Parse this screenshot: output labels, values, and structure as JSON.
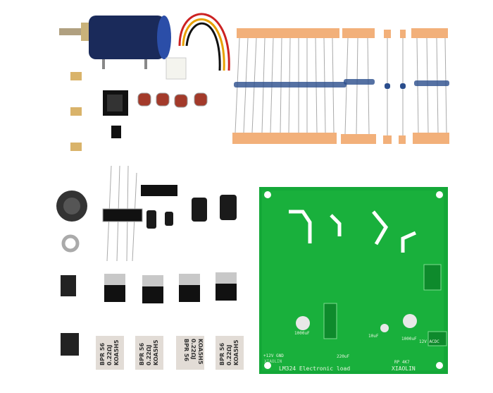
{
  "pcb": {
    "title": "LM324 Electronic load",
    "brand": "XIAOLIN",
    "brand_small": "XIAOLIN",
    "power_label": "+12V GND",
    "power_label_right": "12V ACDC",
    "cap_big": "1000uF",
    "cap_left": "1000uF",
    "cap_mid": "220uF",
    "cap_small": "10uF",
    "pot_label": "RP 4K7"
  },
  "cement_resistors": [
    {
      "line1": "BPR 56",
      "line2": "0.22ΩJ",
      "line3": "KOA5H5"
    },
    {
      "line1": "BPR 56",
      "line2": "0.22ΩJ",
      "line3": "KOA5H5"
    },
    {
      "line1": "BPR 56",
      "line2": "0.22ΩJ",
      "line3": "KOA5H5"
    },
    {
      "line1": "BPR 56",
      "line2": "0.22ΩJ",
      "line3": "KOA5H5"
    }
  ],
  "colors": {
    "pcb": "#14a838",
    "tape": "#f2b07a",
    "pot": "#1a2a5a"
  }
}
